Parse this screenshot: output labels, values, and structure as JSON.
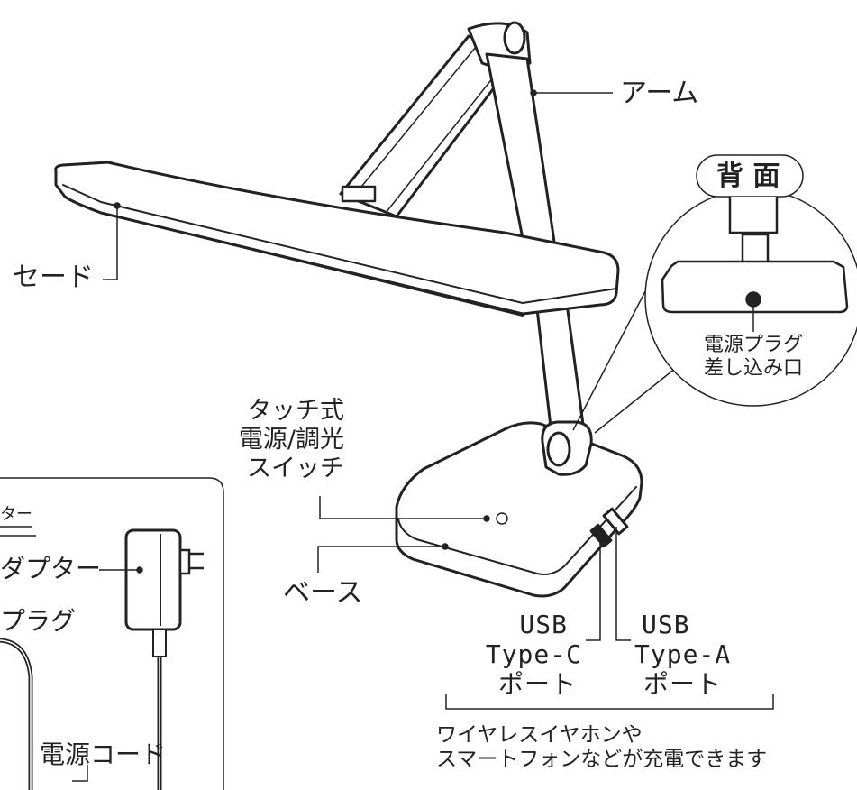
{
  "labels": {
    "arm": "アーム",
    "shade": "セード",
    "back_title": "背 面",
    "power_plug_port_line1": "電源プラグ",
    "power_plug_port_line2": "差し込み口",
    "touch_switch_line1": "タッチ式",
    "touch_switch_line2": "電源/調光",
    "touch_switch_line3": "スイッチ",
    "base": "ベース",
    "usb_c_line1": "USB",
    "usb_c_line2": "Type-C",
    "usb_c_line3": "ポート",
    "usb_a_line1": "USB",
    "usb_a_line2": "Type-A",
    "usb_a_line3": "ポート",
    "usb_note_line1": "ワイヤレスイヤホンや",
    "usb_note_line2": "スマートフォンなどが充電できます",
    "adapter_box_header": "ター",
    "adapter": "ダプター",
    "plug": "プラグ",
    "power_cord": "電源コード"
  }
}
